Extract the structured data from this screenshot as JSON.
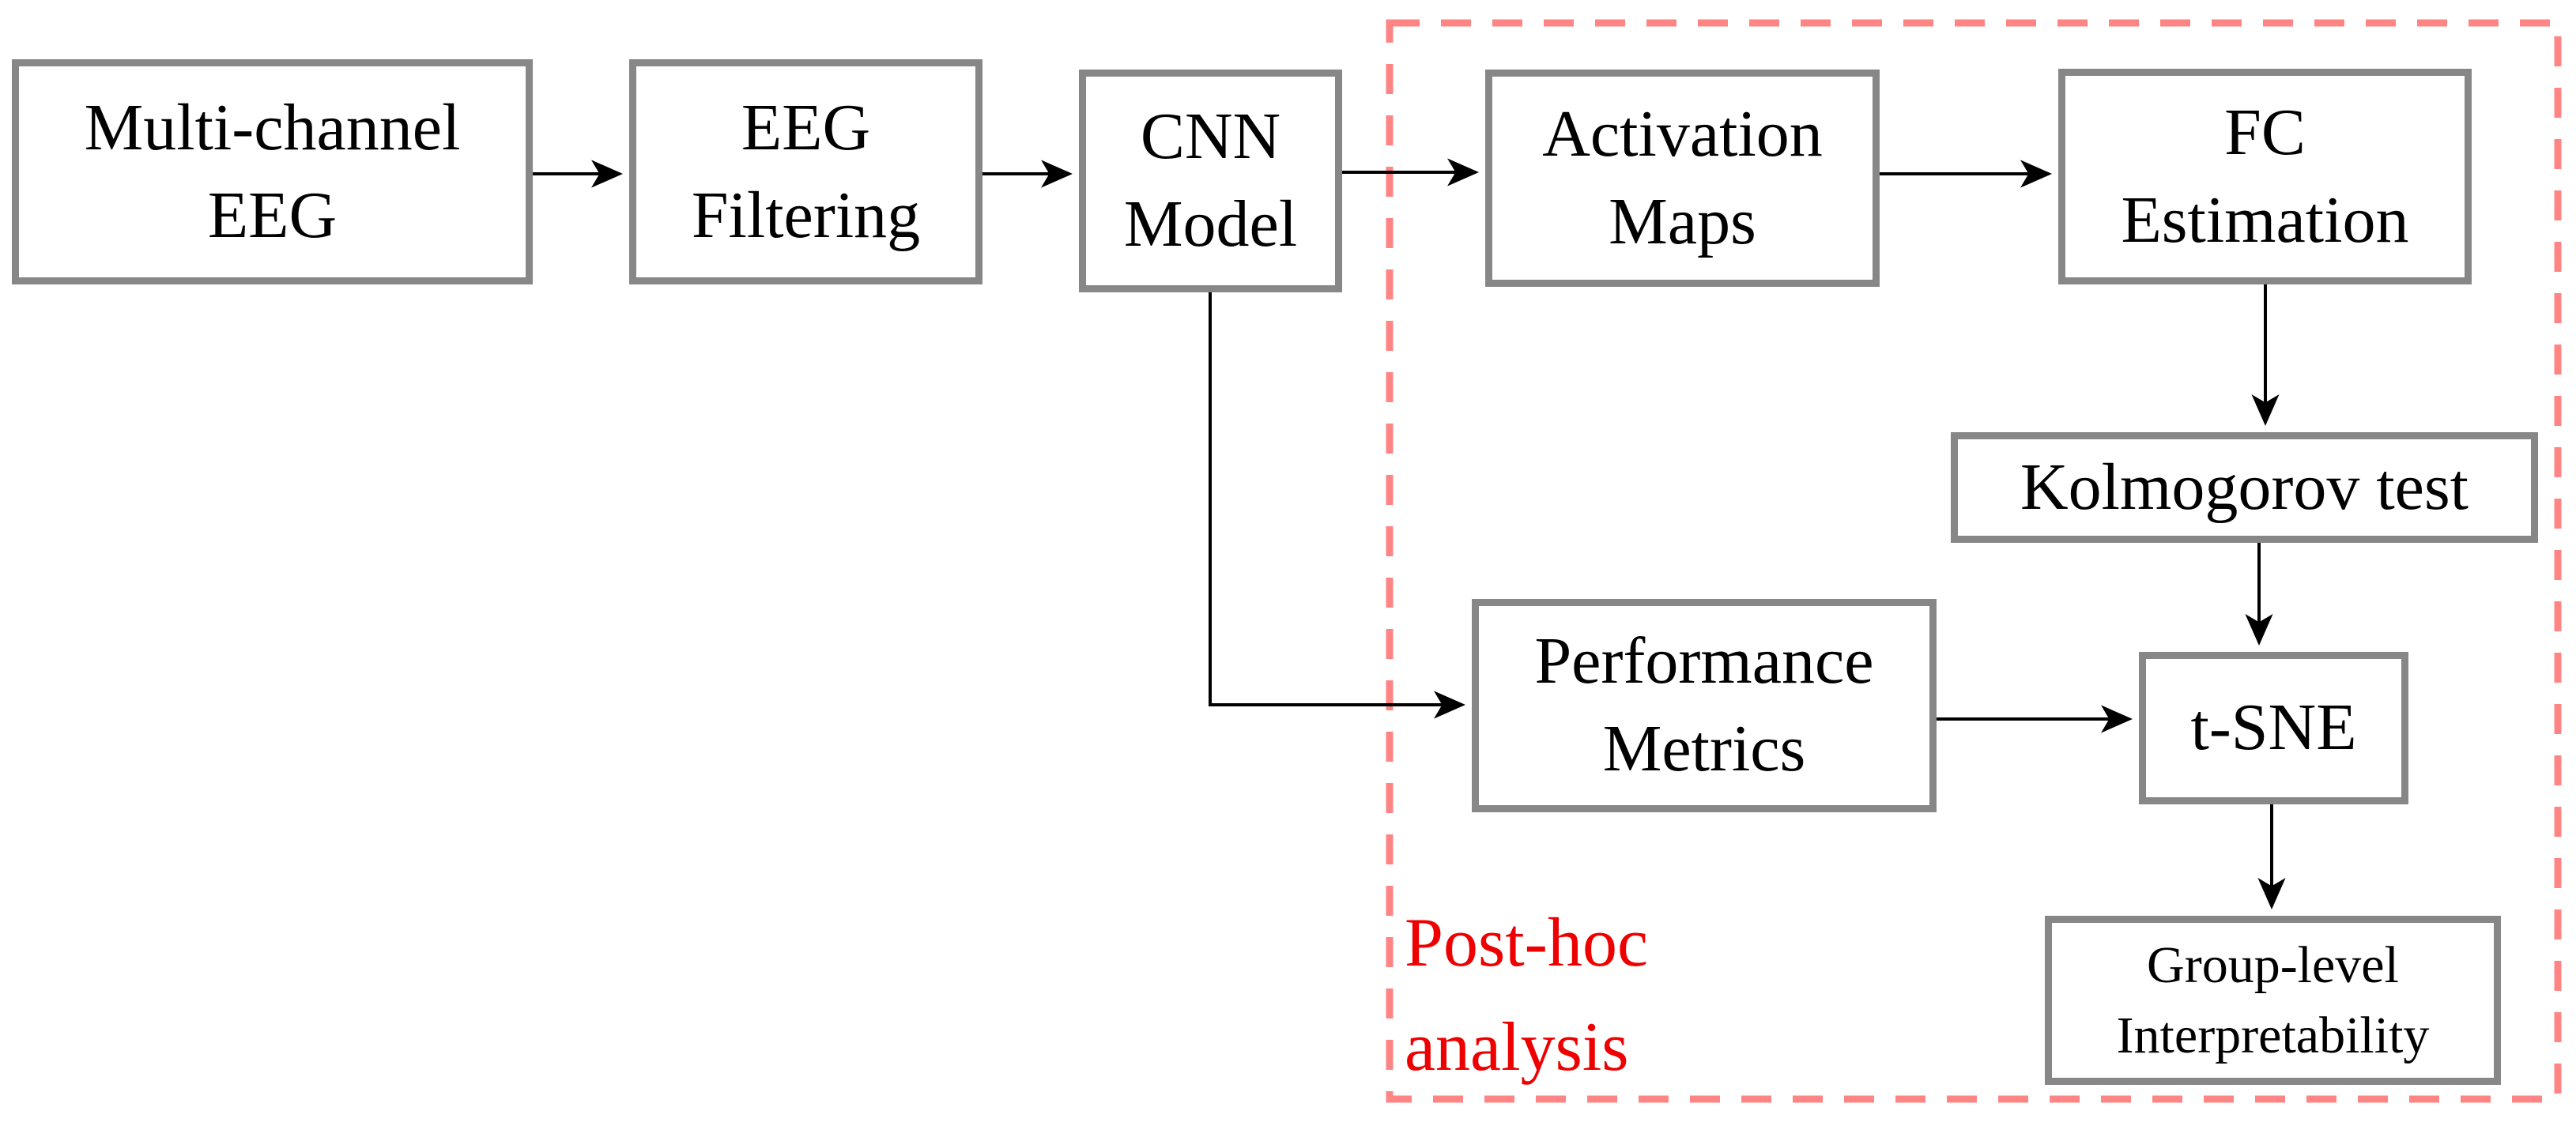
{
  "diagram": {
    "background_color": "#ffffff",
    "box_border_color": "#878787",
    "box_fill_color": "#ffffff",
    "node_text_color": "#000000",
    "connector_color": "#000000",
    "region_border_color": "#ff8585",
    "region_label_color": "#ee0000",
    "nodes": [
      {
        "id": "multi-channel-eeg",
        "label": "Multi-channel\nEEG"
      },
      {
        "id": "eeg-filtering",
        "label": "EEG\nFiltering"
      },
      {
        "id": "cnn-model",
        "label": "CNN\nModel"
      },
      {
        "id": "activation-maps",
        "label": "Activation\nMaps"
      },
      {
        "id": "fc-estimation",
        "label": "FC\nEstimation"
      },
      {
        "id": "kolmogorov-test",
        "label": "Kolmogorov test"
      },
      {
        "id": "performance-metrics",
        "label": "Performance\nMetrics"
      },
      {
        "id": "t-sne",
        "label": "t-SNE"
      },
      {
        "id": "group-level-interpretability",
        "label": "Group-level\nInterpretability"
      }
    ],
    "edges": [
      {
        "from": "multi-channel-eeg",
        "to": "eeg-filtering"
      },
      {
        "from": "eeg-filtering",
        "to": "cnn-model"
      },
      {
        "from": "cnn-model",
        "to": "activation-maps"
      },
      {
        "from": "activation-maps",
        "to": "fc-estimation"
      },
      {
        "from": "fc-estimation",
        "to": "kolmogorov-test"
      },
      {
        "from": "kolmogorov-test",
        "to": "t-sne"
      },
      {
        "from": "cnn-model",
        "to": "performance-metrics"
      },
      {
        "from": "performance-metrics",
        "to": "t-sne"
      },
      {
        "from": "t-sne",
        "to": "group-level-interpretability"
      }
    ],
    "region": {
      "label": "Post-hoc\nanalysis",
      "members": [
        "activation-maps",
        "fc-estimation",
        "kolmogorov-test",
        "performance-metrics",
        "t-sne",
        "group-level-interpretability"
      ]
    }
  }
}
